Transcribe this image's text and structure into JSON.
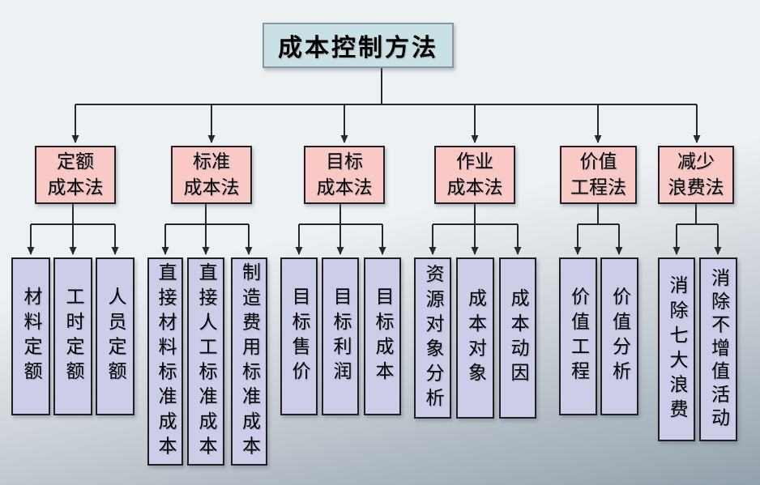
{
  "tree": {
    "root": {
      "label": "成本控制方法"
    },
    "branches": [
      {
        "label": "定额成本法",
        "lines": [
          "定额",
          "成本法"
        ],
        "children": [
          "材料定额",
          "工时定额",
          "人员定额"
        ]
      },
      {
        "label": "标准成本法",
        "lines": [
          "标准",
          "成本法"
        ],
        "children": [
          "直接材料标准成本",
          "直接人工标准成本",
          "制造费用标准成本"
        ]
      },
      {
        "label": "目标成本法",
        "lines": [
          "目标",
          "成本法"
        ],
        "children": [
          "目标售价",
          "目标利润",
          "目标成本"
        ]
      },
      {
        "label": "作业成本法",
        "lines": [
          "作业",
          "成本法"
        ],
        "children": [
          "资源对象分析",
          "成本对象",
          "成本动因"
        ]
      },
      {
        "label": "价值工程法",
        "lines": [
          "价值",
          "工程法"
        ],
        "children": [
          "价值工程",
          "价值分析"
        ]
      },
      {
        "label": "减少浪费法",
        "lines": [
          "减少",
          "浪费法"
        ],
        "children": [
          "消除七大浪费",
          "消除不增值活动"
        ]
      }
    ]
  },
  "colors": {
    "background_top": "#eef1f4",
    "background_bottom": "#93a1ac",
    "root_fill": "#c9e1e4",
    "root_border": "#8a979e",
    "branch_fill": "#f9c9c6",
    "leaf_fill": "#cbcde9",
    "node_border": "#1f1f1f",
    "line_color": "#26282a",
    "text_color": "#000000"
  }
}
